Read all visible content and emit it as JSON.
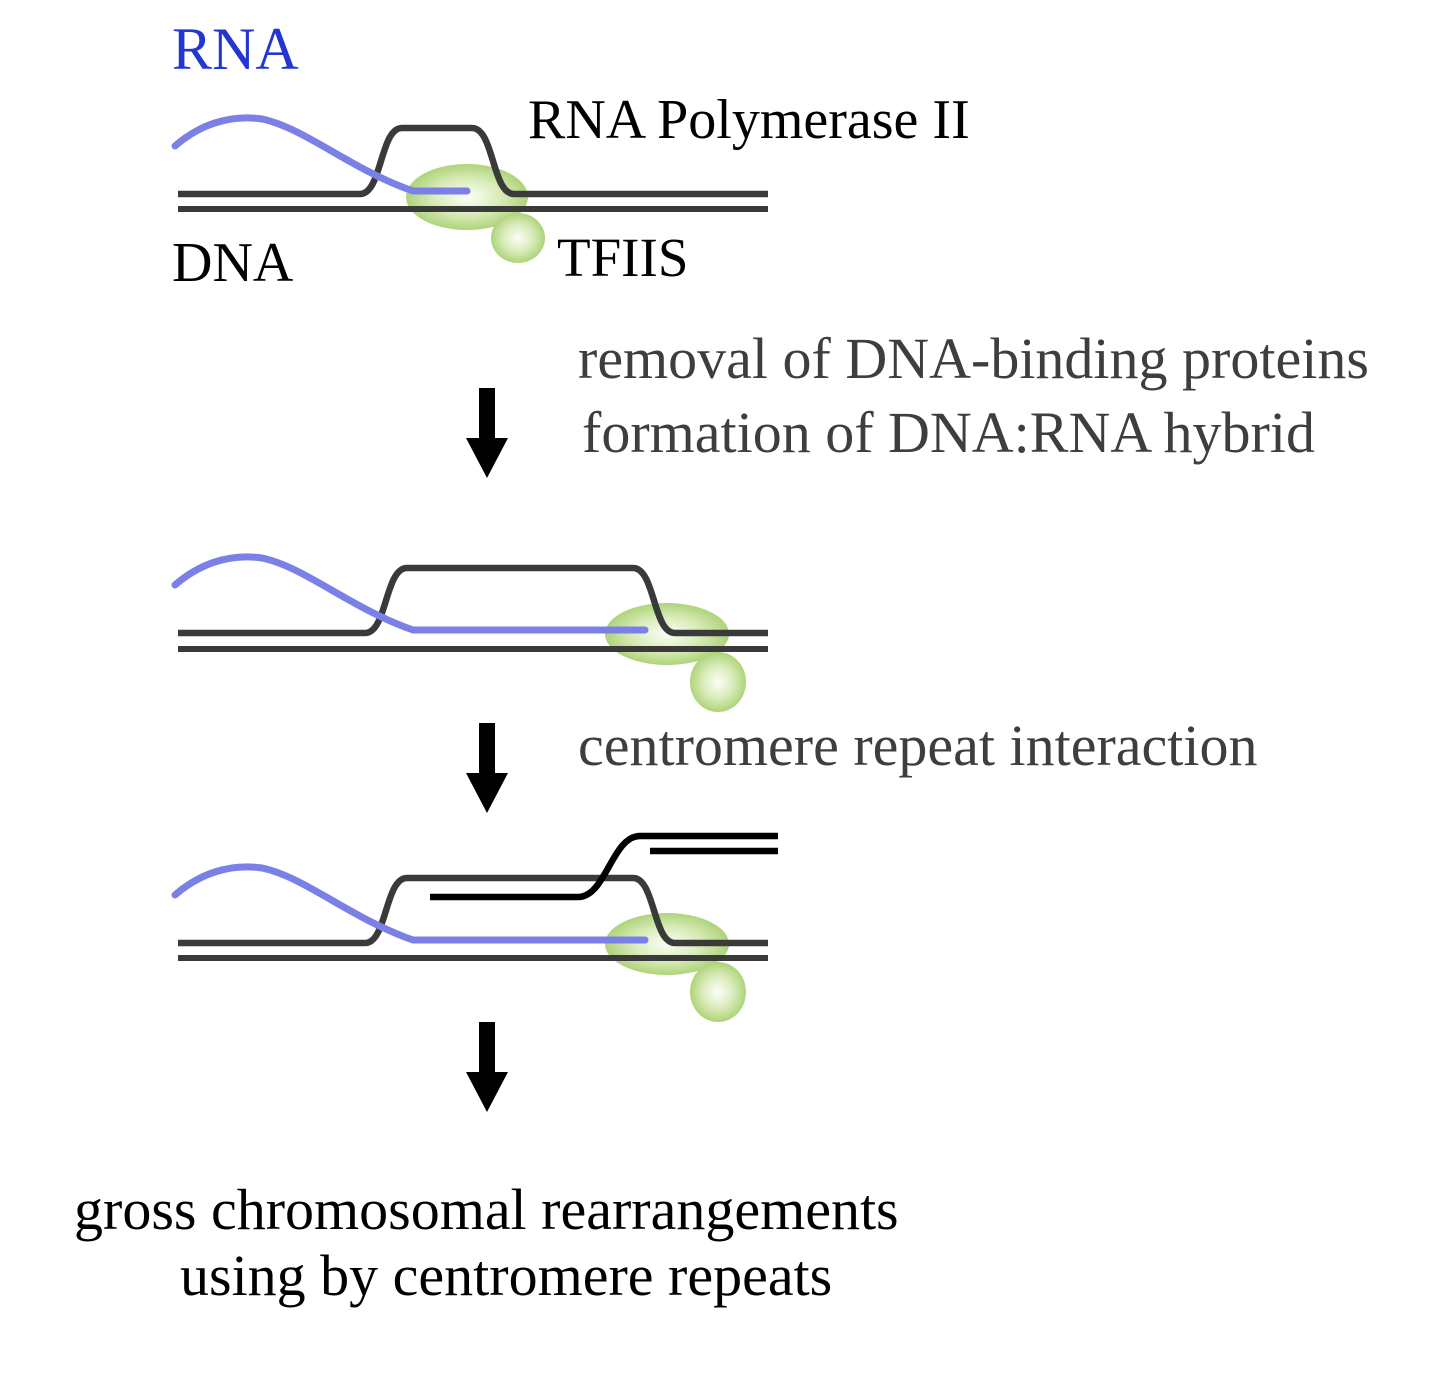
{
  "labels": {
    "rna": "RNA",
    "rna_polymerase": "RNA Polymerase II",
    "dna": "DNA",
    "tfiis": "TFIIS"
  },
  "steps": {
    "step1_line1": "removal of DNA-binding proteins",
    "step1_line2": "formation of DNA:RNA hybrid",
    "step2": "centromere repeat interaction"
  },
  "outcome": {
    "line1": "gross chromosomal rearrangements",
    "line2": "using by centromere repeats"
  },
  "colors": {
    "rna_label_blue": "#2336cf",
    "rna_strand_blue": "#7a80e6",
    "dna_gray": "#3a3a3a",
    "centromere_black": "#000000",
    "step_text_gray": "#3e3e3e",
    "arrow_black": "#000000",
    "tfiis_green_edge": "#9cc95e",
    "tfiis_green_mid": "#d9ecba",
    "tfiis_green_center": "#fcfef9"
  }
}
